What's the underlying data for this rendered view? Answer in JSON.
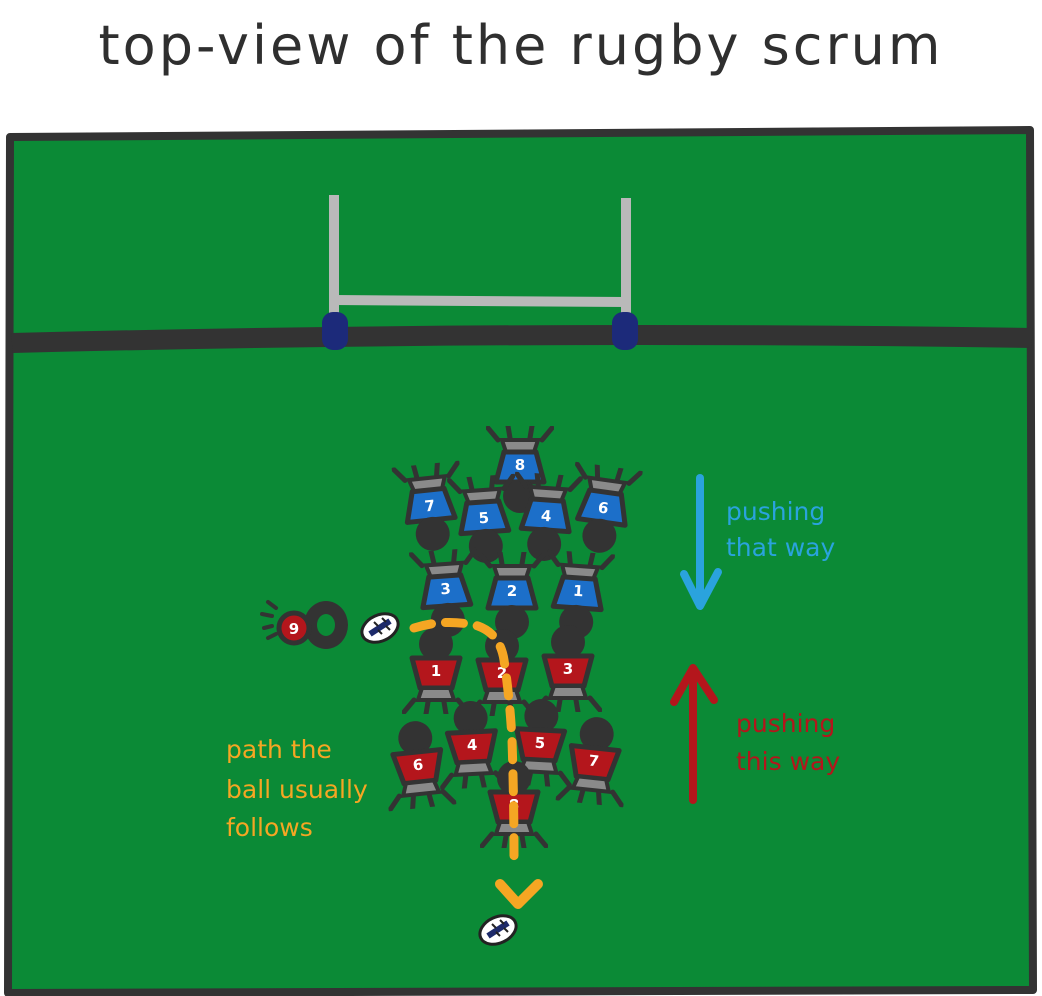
{
  "title": "top-view of the rugby scrum",
  "labels": {
    "blue_push_line1": "pushing",
    "blue_push_line2": "that way",
    "red_push_line1": "pushing",
    "red_push_line2": "this way",
    "path_line1": "path the",
    "path_line2": "ball usually",
    "path_line3": "follows"
  },
  "blue_team": {
    "color": "#1c6fc9",
    "players": [
      {
        "number": "8"
      },
      {
        "number": "7"
      },
      {
        "number": "5"
      },
      {
        "number": "4"
      },
      {
        "number": "6"
      },
      {
        "number": "3"
      },
      {
        "number": "2"
      },
      {
        "number": "1"
      }
    ]
  },
  "red_team": {
    "color": "#b4161c",
    "scrum_half": {
      "number": "9"
    },
    "players": [
      {
        "number": "1"
      },
      {
        "number": "2"
      },
      {
        "number": "3"
      },
      {
        "number": "6"
      },
      {
        "number": "4"
      },
      {
        "number": "5"
      },
      {
        "number": "7"
      },
      {
        "number": "8"
      }
    ]
  },
  "colors": {
    "field": "#0b8a36",
    "outline": "#333333",
    "posts": "#b9b9b9",
    "post_pads": "#1c2a7a",
    "ball_path": "#f5a623",
    "blue_arrow": "#2aa3dd",
    "red_arrow": "#b4161c"
  }
}
